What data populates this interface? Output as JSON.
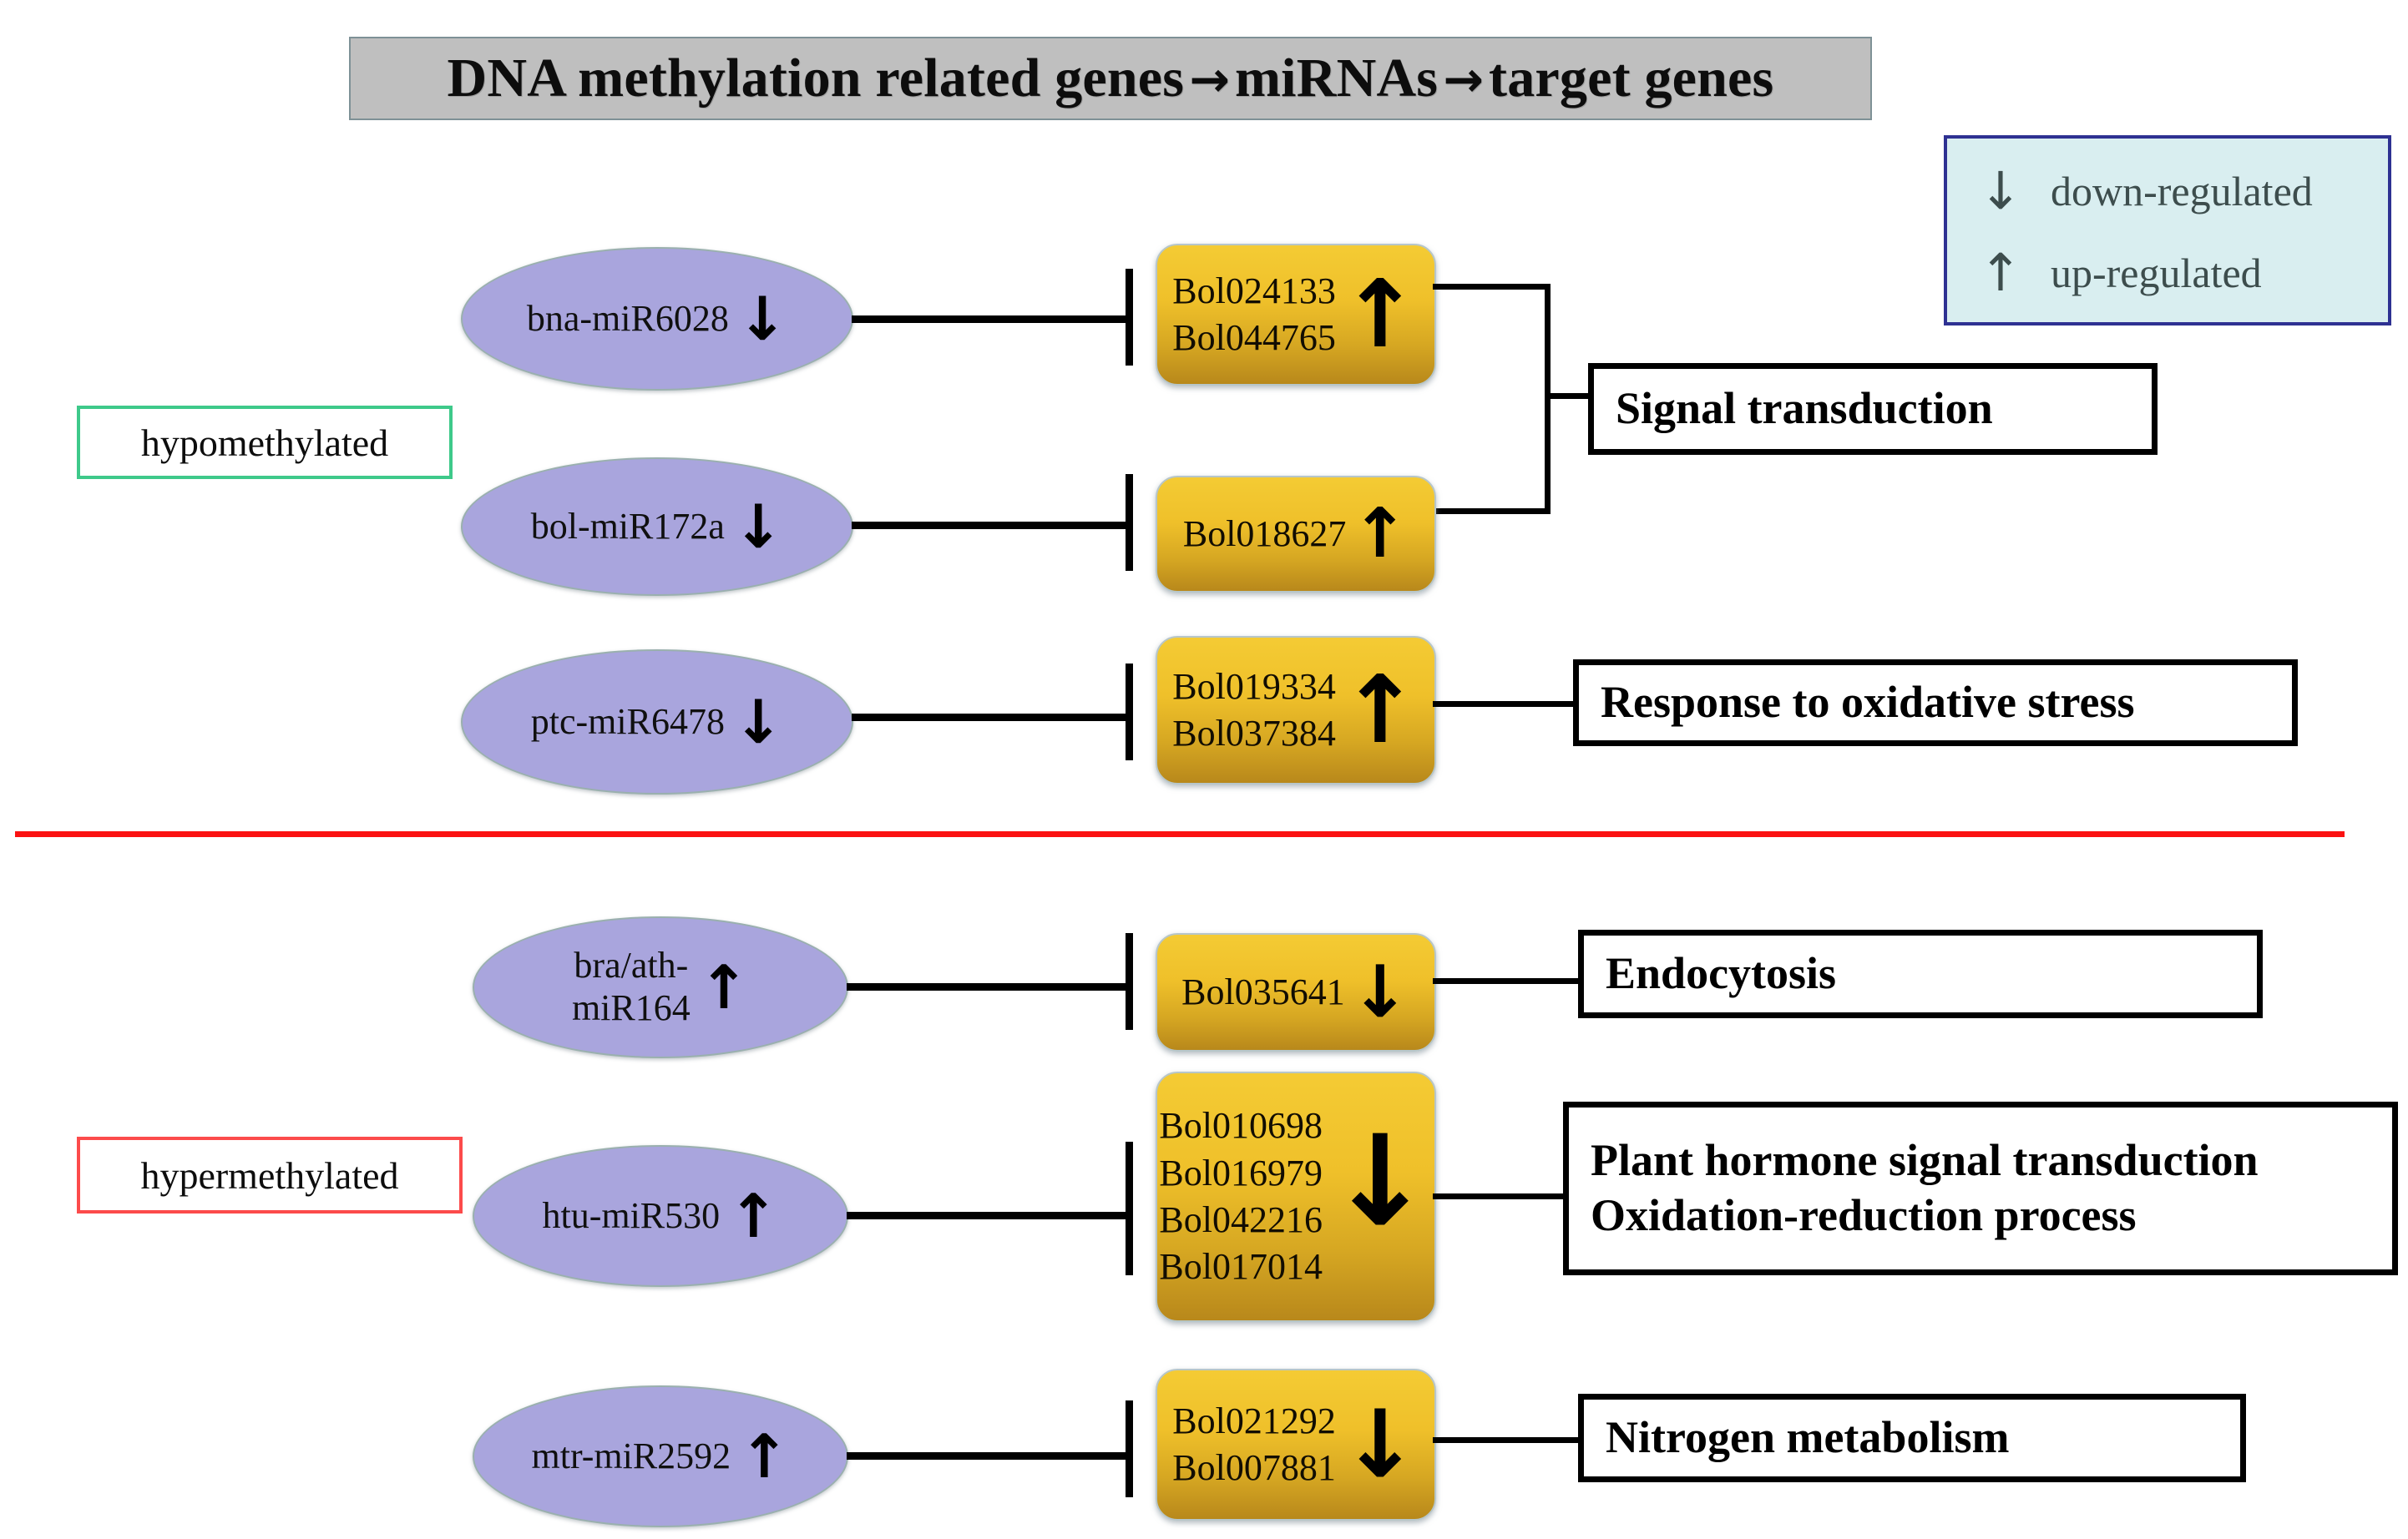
{
  "title": {
    "part1": "DNA methylation related genes",
    "arrow1": "→",
    "part2": "miRNAs",
    "arrow2": "→",
    "part3": "target genes"
  },
  "legend": {
    "down_arrow": "↓",
    "down_label": "down-regulated",
    "up_arrow": "↑",
    "up_label": "up-regulated",
    "bg_color": "#d9eef0",
    "border_color": "#2e3192"
  },
  "methylation_tags": {
    "hypo": {
      "label": "hypomethylated",
      "border_color": "#3ec98a"
    },
    "hyper": {
      "label": "hypermethylated",
      "border_color": "#fc4b4b"
    }
  },
  "divider": {
    "color": "#fb1212"
  },
  "palette": {
    "mirna_fill": "#a9a5dd",
    "gene_fill_top": "#f4cb34",
    "gene_fill_bottom": "#b8881b",
    "title_bg": "#bfbfbf"
  },
  "rows": [
    {
      "id": "row-mir6028",
      "section": "hypomethylated",
      "mirna": {
        "name": "bna-miR6028",
        "regulation": "↓"
      },
      "genes": {
        "names": [
          "Bol024133",
          "Bol044765"
        ],
        "regulation": "↑"
      },
      "outcome": {
        "lines": [
          "Signal transduction"
        ]
      }
    },
    {
      "id": "row-mir172a",
      "section": "hypomethylated",
      "mirna": {
        "name": "bol-miR172a",
        "regulation": "↓"
      },
      "genes": {
        "names": [
          "Bol018627"
        ],
        "regulation": "↑"
      },
      "outcome": {
        "lines": [
          "Signal transduction"
        ]
      }
    },
    {
      "id": "row-mir6478",
      "section": "hypomethylated",
      "mirna": {
        "name": "ptc-miR6478",
        "regulation": "↓"
      },
      "genes": {
        "names": [
          "Bol019334",
          "Bol037384"
        ],
        "regulation": "↑"
      },
      "outcome": {
        "lines": [
          "Response to oxidative stress"
        ]
      }
    },
    {
      "id": "row-mir164",
      "section": "hypermethylated",
      "mirna": {
        "name": "bra/ath-\nmiR164",
        "regulation": "↑"
      },
      "genes": {
        "names": [
          "Bol035641"
        ],
        "regulation": "↓"
      },
      "outcome": {
        "lines": [
          "Endocytosis"
        ]
      }
    },
    {
      "id": "row-mir530",
      "section": "hypermethylated",
      "mirna": {
        "name": "htu-miR530",
        "regulation": "↑"
      },
      "genes": {
        "names": [
          "Bol010698",
          "Bol016979",
          "Bol042216",
          "Bol017014"
        ],
        "regulation": "↓"
      },
      "outcome": {
        "lines": [
          "Plant hormone signal transduction",
          "Oxidation-reduction process"
        ]
      }
    },
    {
      "id": "row-mir2592",
      "section": "hypermethylated",
      "mirna": {
        "name": "mtr-miR2592",
        "regulation": "↑"
      },
      "genes": {
        "names": [
          "Bol021292",
          "Bol007881"
        ],
        "regulation": "↓"
      },
      "outcome": {
        "lines": [
          "Nitrogen metabolism"
        ]
      }
    }
  ]
}
